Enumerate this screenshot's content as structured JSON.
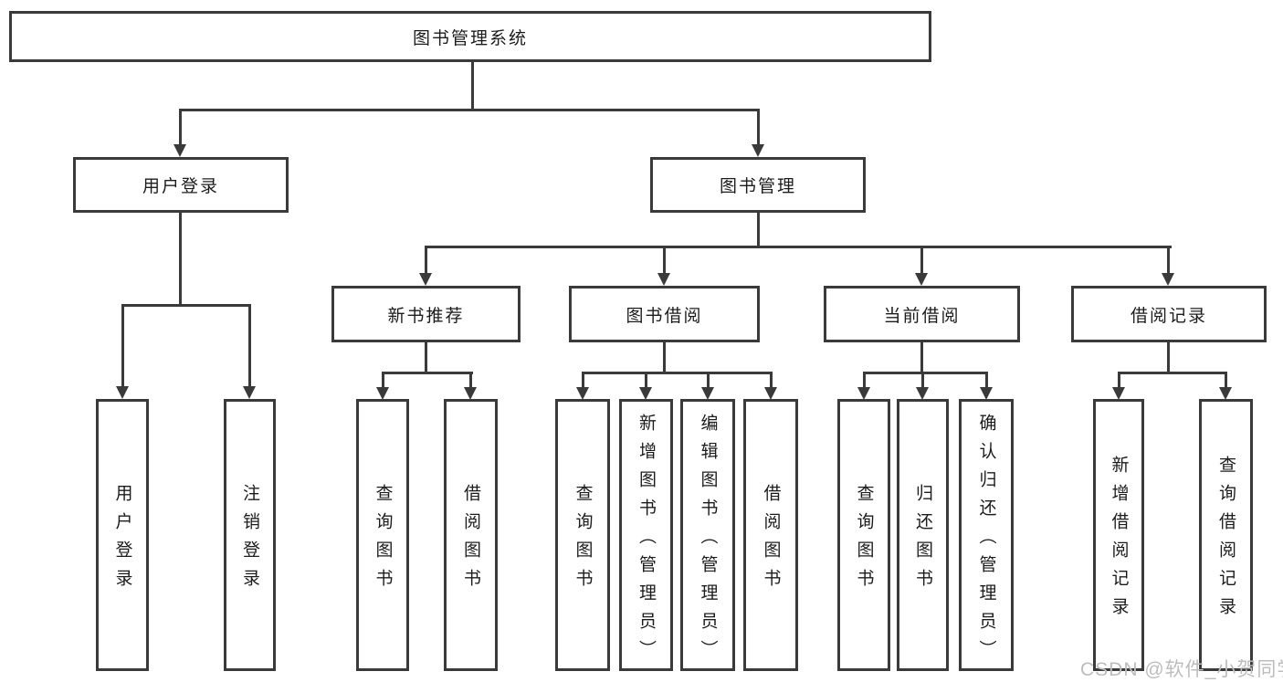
{
  "colors": {
    "line": "#3a3a3a",
    "text": "#1c1c1c",
    "watermark": "#bdbdbd",
    "background": "#ffffff"
  },
  "watermark": "CSDN @软件_小贺同学",
  "tree": {
    "label": "图书管理系统",
    "children": [
      {
        "label": "用户登录",
        "children": [
          {
            "label": "用户登录"
          },
          {
            "label": "注销登录"
          }
        ]
      },
      {
        "label": "图书管理",
        "children": [
          {
            "label": "新书推荐",
            "children": [
              {
                "label": "查询图书"
              },
              {
                "label": "借阅图书"
              }
            ]
          },
          {
            "label": "图书借阅",
            "children": [
              {
                "label": "查询图书"
              },
              {
                "label": "新增图书（管理员）"
              },
              {
                "label": "编辑图书（管理员）"
              },
              {
                "label": "借阅图书"
              }
            ]
          },
          {
            "label": "当前借阅",
            "children": [
              {
                "label": "查询图书"
              },
              {
                "label": "归还图书"
              },
              {
                "label": "确认归还（管理员）"
              }
            ]
          },
          {
            "label": "借阅记录",
            "children": [
              {
                "label": "新增借阅记录"
              },
              {
                "label": "查询借阅记录"
              }
            ]
          }
        ]
      }
    ]
  }
}
